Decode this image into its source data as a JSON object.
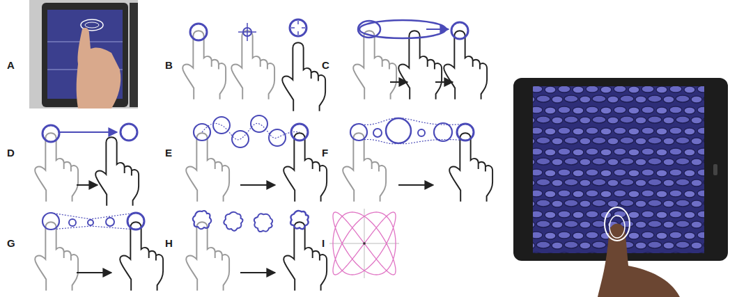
{
  "diagram": {
    "labels": [
      "A",
      "B",
      "C",
      "D",
      "E",
      "F",
      "G",
      "H",
      "I"
    ]
  }
}
